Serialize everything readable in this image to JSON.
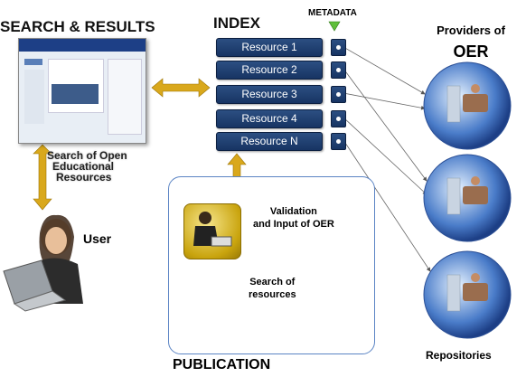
{
  "search_results_title": "SEARCH & RESULTS",
  "index_title": "INDEX",
  "metadata_label": "METADATA",
  "resources": [
    "Resource 1",
    "Resource 2",
    "Resource 3",
    "Resource 4",
    "Resource N"
  ],
  "providers_label": "Providers of",
  "oer_label": "OER",
  "search_caption": [
    "Search of Open",
    "Educational",
    "Resources"
  ],
  "user_label": "User",
  "validation_label": [
    "Validation",
    "and Input of OER"
  ],
  "search_resources_label": [
    "Search of",
    "resources"
  ],
  "publication_label": "PUBLICATION",
  "repositories_label": "Repositories",
  "colors": {
    "accent_blue": "#173463",
    "arrow_gold": "#d9a81c",
    "box_border": "#5b84c4"
  }
}
